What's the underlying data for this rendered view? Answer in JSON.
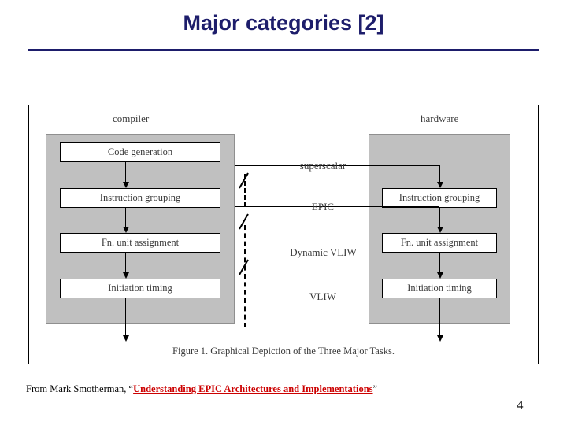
{
  "slide": {
    "title": "Major categories [2]",
    "page_number": "4",
    "title_color": "#1d1d6b"
  },
  "figure": {
    "column_headers": {
      "left": "compiler",
      "right": "hardware"
    },
    "center_labels": [
      "superscalar",
      "EPIC",
      "Dynamic VLIW",
      "VLIW"
    ],
    "left_stages": [
      "Code generation",
      "Instruction grouping",
      "Fn. unit assignment",
      "Initiation timing"
    ],
    "right_stages": [
      "Instruction grouping",
      "Fn. unit assignment",
      "Initiation timing"
    ],
    "caption": "Figure 1. Graphical Depiction of the Three Major Tasks.",
    "panel_color": "#c0c0c0"
  },
  "footer": {
    "source_prefix": "From Mark Smotherman, “",
    "source_link": "Understanding EPIC Architectures and Implementations",
    "source_suffix": "”",
    "link_color": "#cc0000"
  }
}
